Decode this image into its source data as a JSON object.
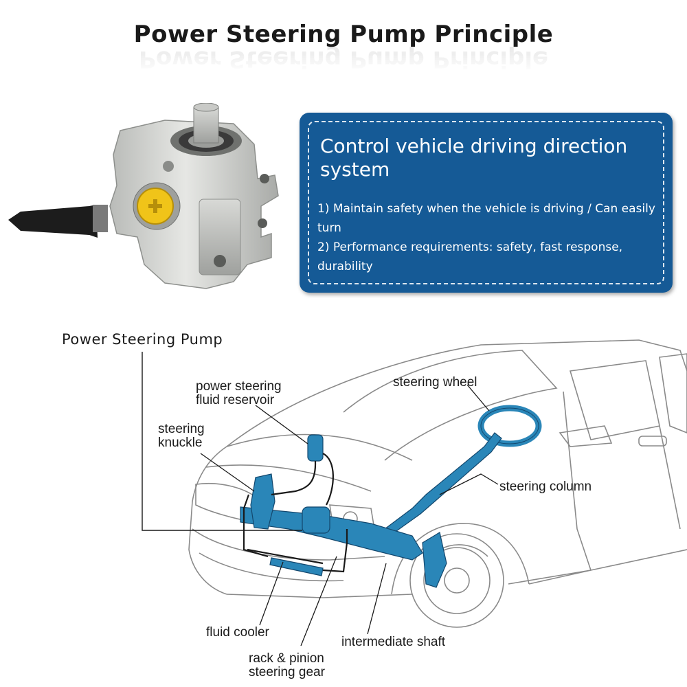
{
  "title": "Power Steering Pump Principle",
  "info_box": {
    "heading": "Control vehicle driving direction system",
    "line1": "1) Maintain safety when the vehicle is driving / Can easily turn",
    "line2": "2) Performance requirements: safety, fast response, durability"
  },
  "diagram": {
    "pump_callout": "Power Steering Pump",
    "reservoir_line1": "power steering",
    "reservoir_line2": "fluid reservoir",
    "knuckle_line1": "steering",
    "knuckle_line2": "knuckle",
    "wheel": "steering wheel",
    "column": "steering column",
    "fluid_cooler": "fluid cooler",
    "intermediate_shaft": "intermediate shaft",
    "rack_line1": "rack & pinion",
    "rack_line2": "steering gear"
  },
  "colors": {
    "box_blue": "#155a96",
    "component_blue": "#2a86b8",
    "title": "#1a1a1a"
  }
}
